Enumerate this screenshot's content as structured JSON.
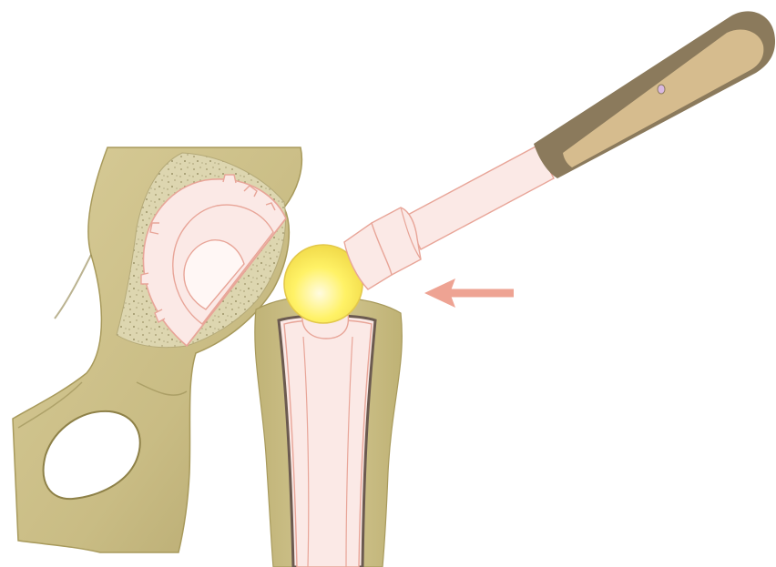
{
  "diagram": {
    "kind": "hip-arthroplasty-head-impaction",
    "colors": {
      "background": "#ffffff",
      "bone": "#cdc08a",
      "bone_dark": "#a89a5c",
      "bone_shadow": "#8e8148",
      "cancellous": "#ddd6b0",
      "cancellous_speckle": "#9d9468",
      "implant_fill": "#fbe9e6",
      "implant_stroke": "#e8a598",
      "femoral_head": "#fff266",
      "femoral_head_highlight": "#fffbe0",
      "femoral_head_stroke": "#e3c84a",
      "handle_grip": "#d6bc8e",
      "handle_rim": "#8b7a5c",
      "cortex_dark": "#6b5a50",
      "arrow": "#eea393",
      "grip_dot": "#d9b8e0"
    },
    "elements": [
      "pelvis-bone",
      "acetabular-cup",
      "femur-canal",
      "femoral-stem",
      "femoral-head",
      "impactor-tool",
      "impaction-direction-arrow"
    ]
  }
}
